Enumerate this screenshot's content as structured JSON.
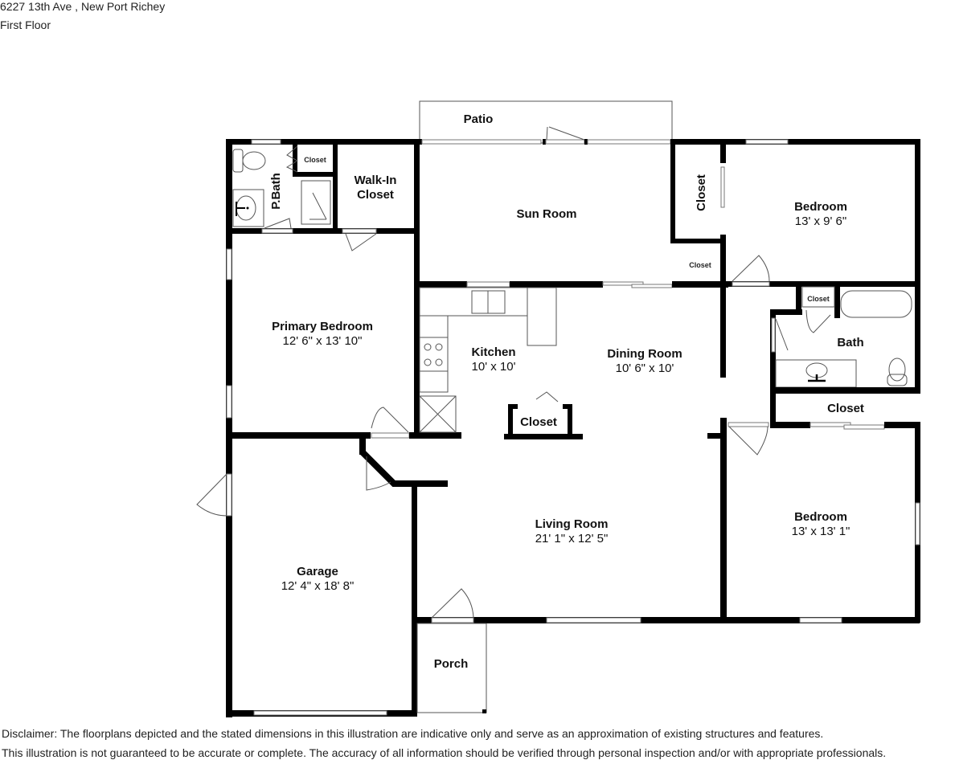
{
  "header": {
    "address": "6227 13th Ave , New Port Richey",
    "floor": "First Floor"
  },
  "rooms": {
    "patio": {
      "name": "Patio"
    },
    "closet_pbath": {
      "name": "Closet"
    },
    "pbath": {
      "name": "P.Bath"
    },
    "walkin": {
      "name": "Walk-In",
      "name2": "Closet"
    },
    "sunroom": {
      "name": "Sun Room"
    },
    "closet_bed1_vert": {
      "name": "Closet"
    },
    "closet_bed1_small": {
      "name": "Closet"
    },
    "bedroom1": {
      "name": "Bedroom",
      "dims": "13' x 9' 6\""
    },
    "primary": {
      "name": "Primary Bedroom",
      "dims": "12' 6\" x 13' 10\""
    },
    "kitchen": {
      "name": "Kitchen",
      "dims": "10' x 10'"
    },
    "dining": {
      "name": "Dining Room",
      "dims": "10' 6\" x 10'"
    },
    "closet_bath_small": {
      "name": "Closet"
    },
    "bath": {
      "name": "Bath"
    },
    "closet_hall": {
      "name": "Closet"
    },
    "closet_bath_lower": {
      "name": "Closet"
    },
    "living": {
      "name": "Living Room",
      "dims": "21' 1\" x 12' 5\""
    },
    "garage": {
      "name": "Garage",
      "dims": "12' 4\" x 18' 8\""
    },
    "bedroom2": {
      "name": "Bedroom",
      "dims": "13' x 13' 1\""
    },
    "porch": {
      "name": "Porch"
    }
  },
  "disclaimer": {
    "line1": "Disclaimer: The floorplans depicted and the stated dimensions in this illustration are indicative only and serve as an approximation of existing structures and features.",
    "line2": "This illustration is not guaranteed to be accurate or complete. The accuracy of all information should be verified through personal inspection and/or with appropriate professionals."
  }
}
